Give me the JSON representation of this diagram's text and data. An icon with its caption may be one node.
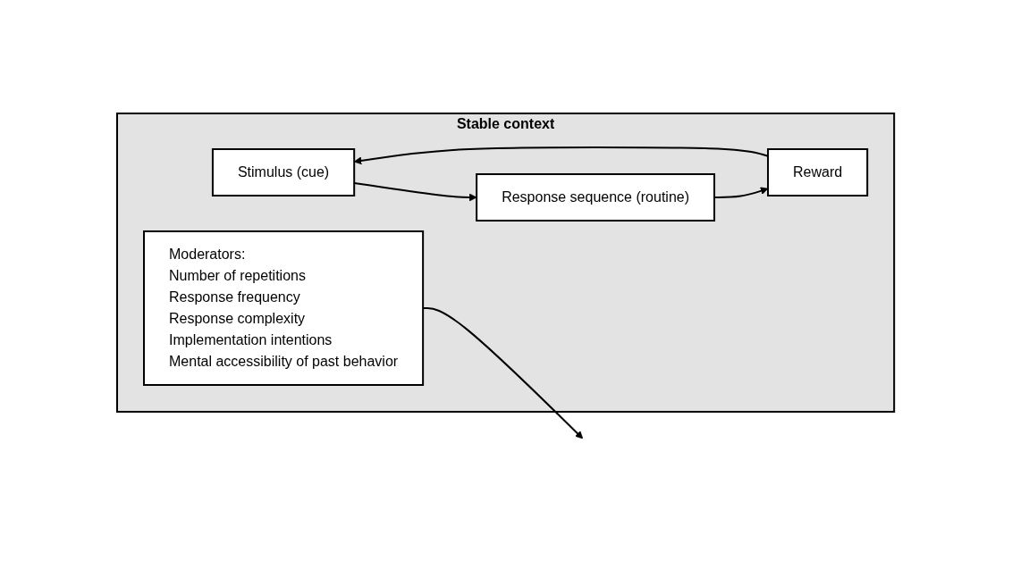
{
  "diagram": {
    "nodes": [
      {
        "text": [
          "Stable context"
        ]
      },
      {
        "text": [
          "Moderators:",
          "Number of repetitions",
          "Response frequency",
          "Response complexity",
          "Implementation intentions",
          "Mental accessibility of past behavior"
        ],
        "in": 0
      },
      {
        "text": [
          "Stimulus (cue)"
        ],
        "in": 0
      },
      {
        "text": [
          "Response sequence (routine)"
        ],
        "in": 0
      },
      {
        "text": [
          "Reward"
        ],
        "in": 0
      }
    ],
    "edges": [
      {
        "from": 2,
        "to": 3,
        "arrow": "to"
      },
      {
        "from": 1,
        "to": null,
        "arrow": "to"
      },
      {
        "from": 3,
        "to": 4,
        "arrow": "to"
      },
      {
        "from": 4,
        "to": 2,
        "arrow": "to"
      }
    ]
  }
}
